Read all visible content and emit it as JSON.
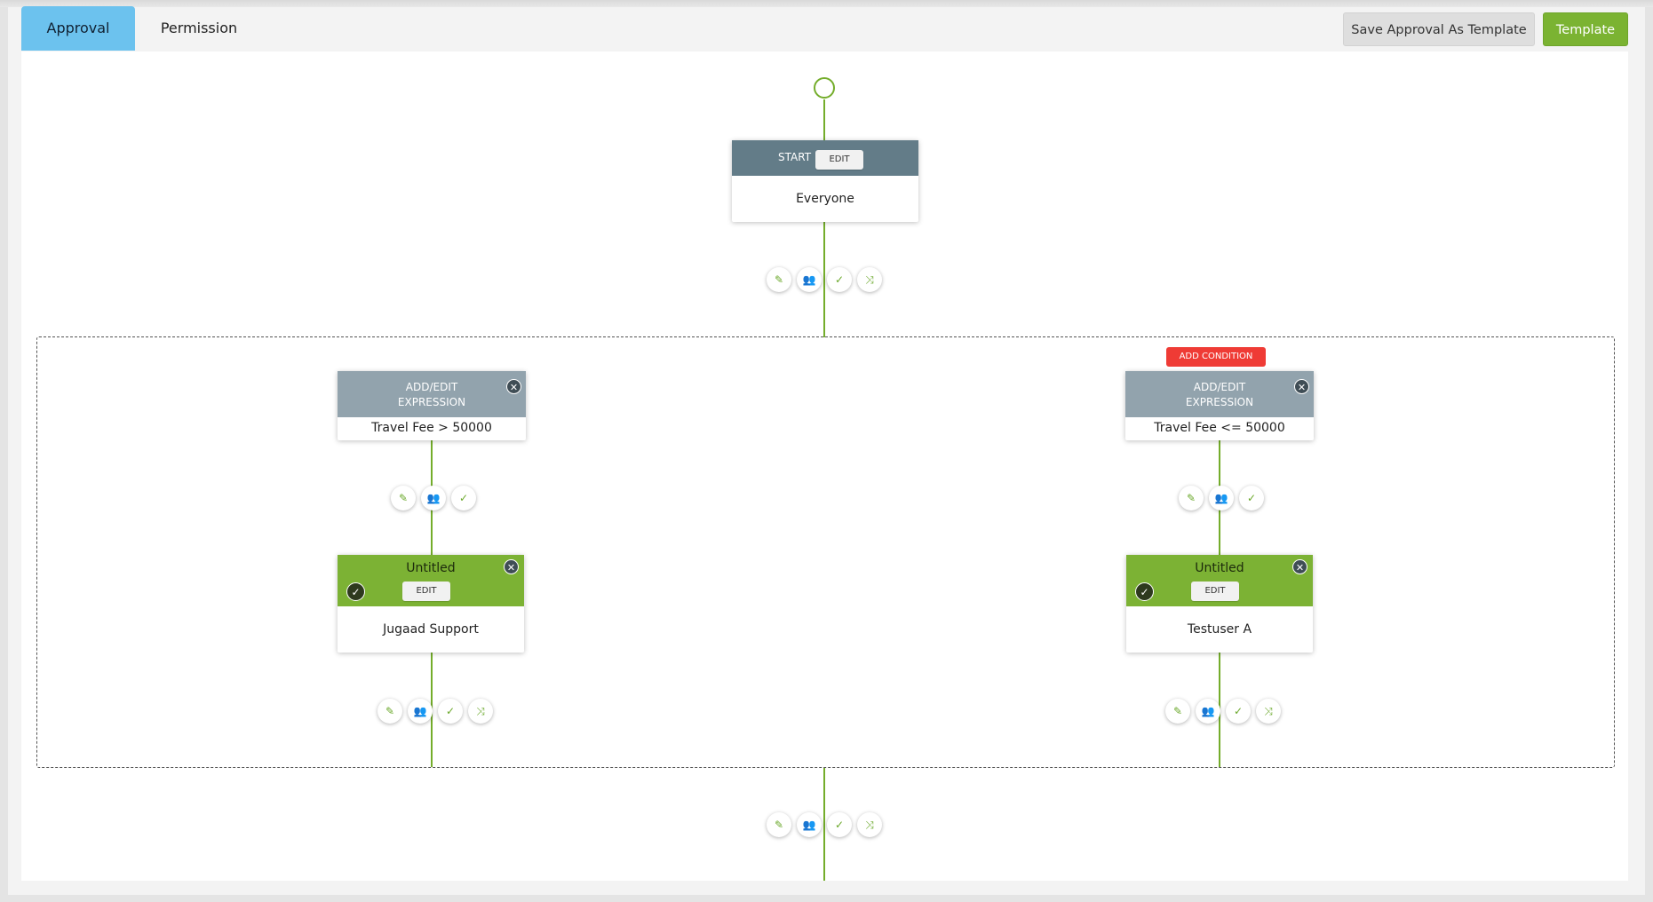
{
  "tabs": [
    {
      "label": "Approval",
      "active": true
    },
    {
      "label": "Permission",
      "active": false
    }
  ],
  "toolbar": {
    "save_template_label": "Save Approval As Template",
    "template_label": "Template"
  },
  "flow": {
    "start": {
      "label": "START",
      "edit_label": "EDIT",
      "assignee": "Everyone"
    },
    "add_condition_label": "ADD CONDITION",
    "branches": [
      {
        "condition": {
          "title_line1": "ADD/EDIT",
          "title_line2": "EXPRESSION",
          "expression": "Travel Fee > 50000"
        },
        "approval": {
          "title": "Untitled",
          "edit_label": "EDIT",
          "assignee": "Jugaad Support"
        }
      },
      {
        "condition": {
          "title_line1": "ADD/EDIT",
          "title_line2": "EXPRESSION",
          "expression": "Travel Fee <= 50000"
        },
        "approval": {
          "title": "Untitled",
          "edit_label": "EDIT",
          "assignee": "Testuser A"
        }
      }
    ]
  },
  "icons": {
    "edit": "pencil-icon",
    "add_user": "add-user-icon",
    "approve": "check-icon",
    "shuffle": "shuffle-icon",
    "close": "close-icon"
  },
  "colors": {
    "accent_green": "#7cb234",
    "active_tab": "#6cc2ee",
    "start_header": "#637c88",
    "condition_header": "#92a3ad",
    "add_condition": "#ef3b35"
  }
}
